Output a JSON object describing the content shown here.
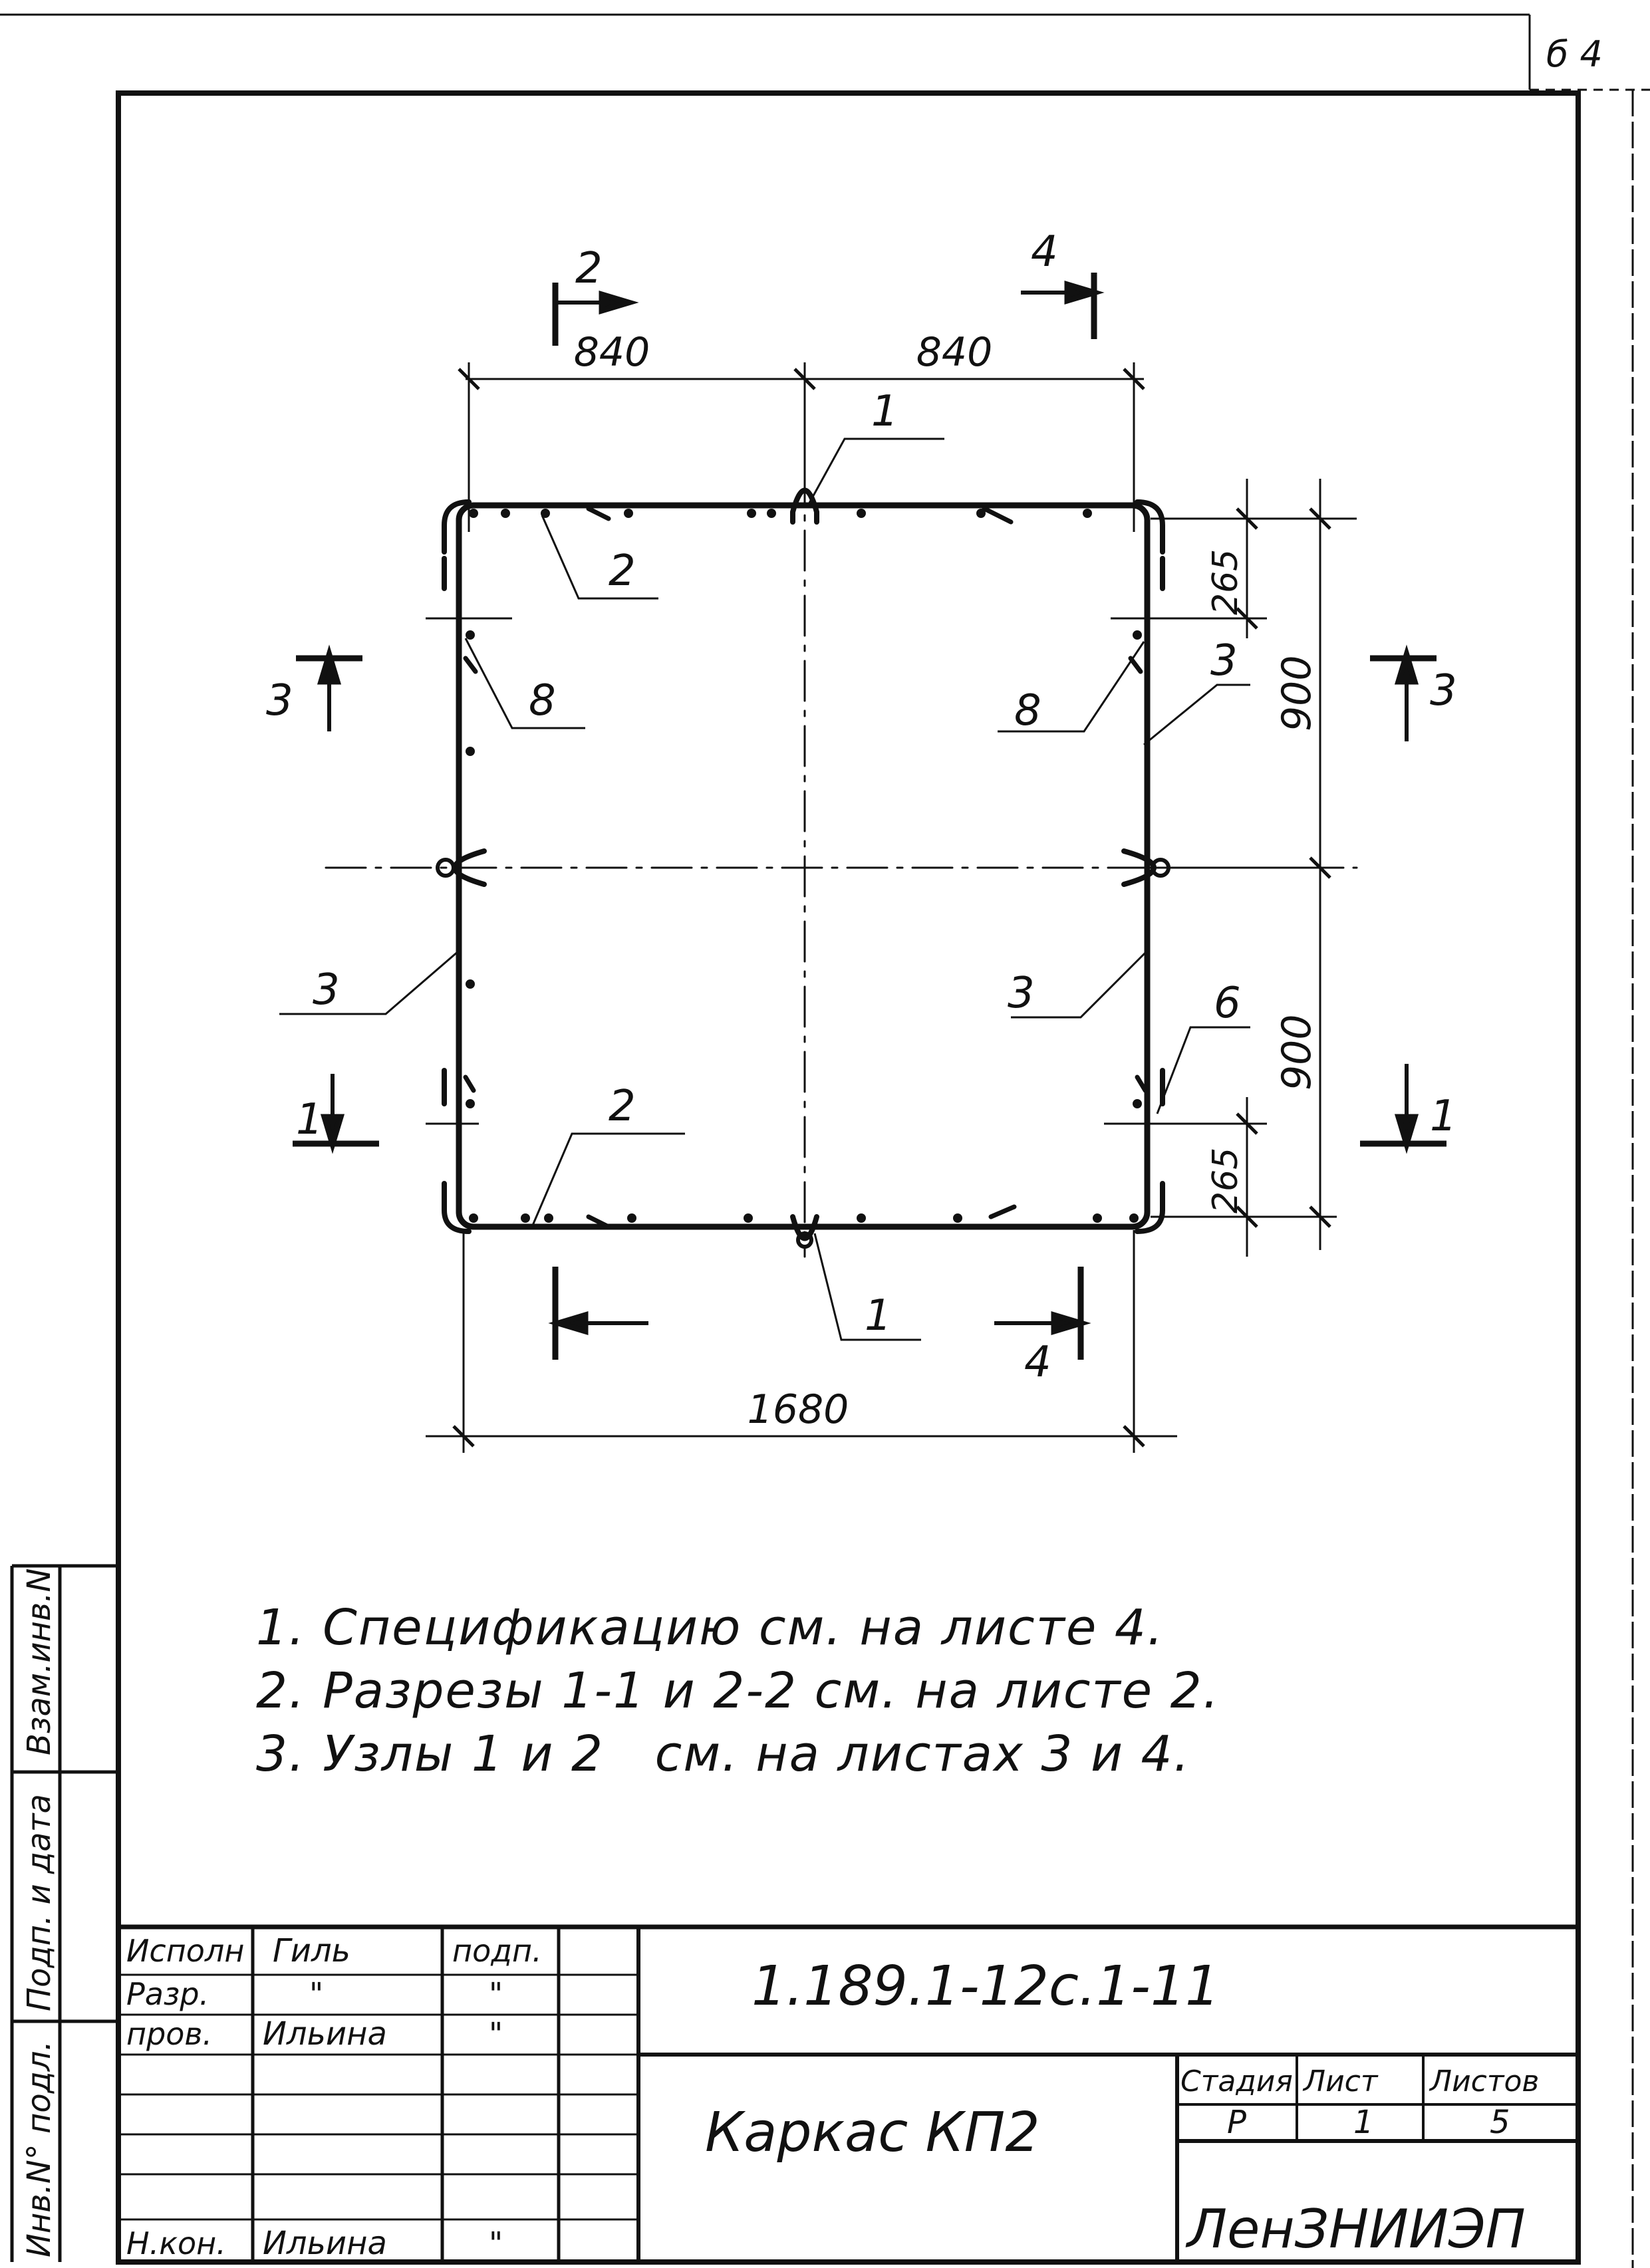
{
  "corner_mark": "б 4",
  "dimensions": {
    "top_left": "840",
    "top_right": "840",
    "bottom_total": "1680",
    "right_upper": "900",
    "right_lower": "900",
    "right_top_small": "265",
    "right_bottom_small": "265"
  },
  "section_marks": {
    "top_left": "2",
    "top_right": "4",
    "left": "3",
    "right": "3",
    "lower_left": "1",
    "lower_right": "1",
    "bottom_right": "4"
  },
  "callouts": {
    "top_center": "1",
    "bottom_center": "1",
    "top_left_bar": "2",
    "bottom_left_bar": "2",
    "left_upper": "8",
    "right_upper_8": "8",
    "right_upper_3": "3",
    "left_lower_3": "3",
    "right_lower_3": "3",
    "right_lower_6": "6"
  },
  "notes": [
    "1. Спецификацию см. на листе 4.",
    "2. Разрезы 1-1 и 2-2 см. на листе 2.",
    "3. Узлы 1 и 2   см. на листах 3 и 4."
  ],
  "side_stamp": {
    "field1": "Взам.инв.N",
    "field2": "Подп. и дата",
    "field3": "Инв.N° подл."
  },
  "title_block": {
    "rows": [
      {
        "role": "Исполн",
        "name": "Гиль",
        "sign": "подп."
      },
      {
        "role": "Разр.",
        "name": "\"",
        "sign": "\""
      },
      {
        "role": "пров.",
        "name": "Ильина",
        "sign": "\""
      },
      {
        "role": "Н.кон.",
        "name": "Ильина",
        "sign": "\""
      }
    ],
    "doc_code": "1.189.1-12с.1-11",
    "title": "Каркас КП2",
    "stage_header": "Стадия",
    "sheet_header": "Лист",
    "sheets_header": "Листов",
    "stage": "Р",
    "sheet": "1",
    "sheets": "5",
    "organization": "ЛенЗНИИЭП"
  }
}
